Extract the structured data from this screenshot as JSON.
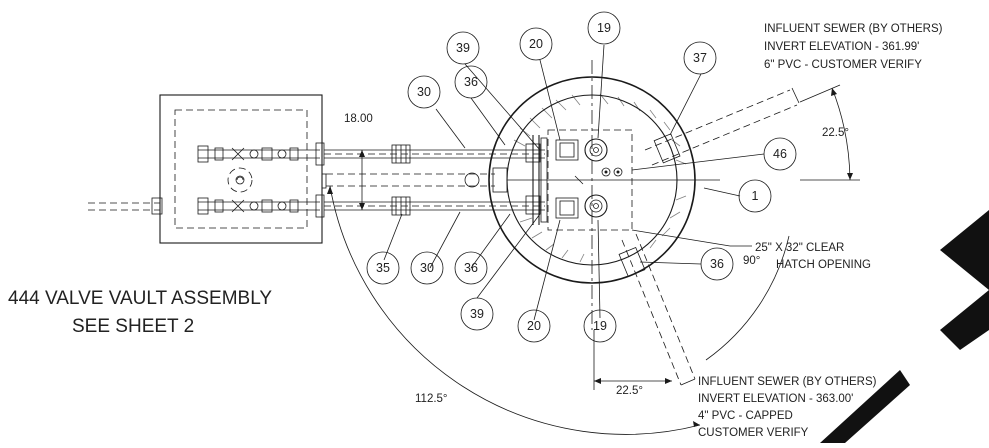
{
  "notes": {
    "influent_north": [
      "INFLUENT SEWER (BY OTHERS)",
      "INVERT ELEVATION - 361.99'",
      "6\" PVC - CUSTOMER VERIFY"
    ],
    "influent_south": [
      "INFLUENT SEWER (BY OTHERS)",
      "INVERT ELEVATION - 363.00'",
      "4\" PVC - CAPPED",
      "CUSTOMER VERIFY"
    ],
    "hatch": [
      "25\" X 32\" CLEAR",
      "HATCH OPENING"
    ],
    "vault": [
      "444 VALVE VAULT ASSEMBLY",
      "SEE SHEET 2"
    ]
  },
  "dimensions": {
    "spacing": "18.00",
    "angle_north": "22.5°",
    "angle_south": "22.5°",
    "angle_ninety": "90°",
    "angle_sweep": "112.5°"
  },
  "callouts": {
    "c19_top": "19",
    "c20_top": "20",
    "c39_top": "39",
    "c36_top": "36",
    "c30_top": "30",
    "c37": "37",
    "c46": "46",
    "c1": "1",
    "c35": "35",
    "c30_bot": "30",
    "c36_bot": "36",
    "c39_bot": "39",
    "c20_bot": "20",
    "c19_bot": "19",
    "c36_right": "36"
  }
}
